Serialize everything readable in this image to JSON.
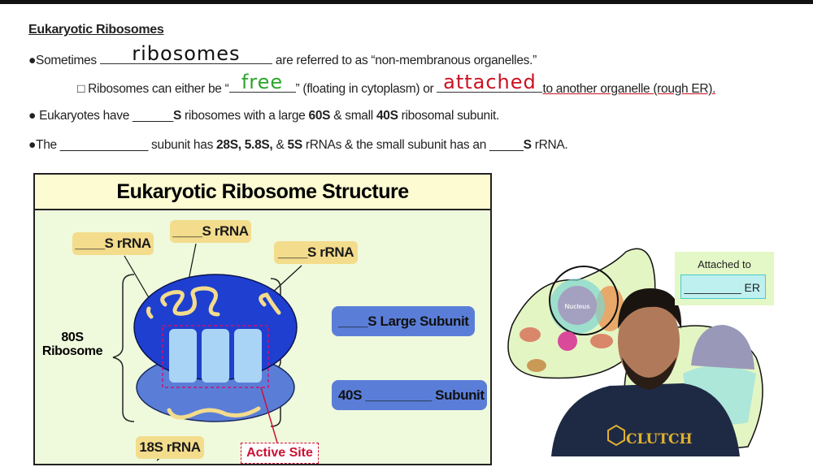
{
  "notes": {
    "title": "Eukaryotic Ribosomes",
    "line1": {
      "prefix": "●Sometimes",
      "answer": "ribosomes",
      "suffix": "are referred to as “non-membranous organelles.”"
    },
    "line2": {
      "prefix": "□ Ribosomes can either be “",
      "answer_free": "free",
      "middle": "” (floating in cytoplasm) or",
      "answer_attached": "attached",
      "suffix": "to another organelle (rough ER)."
    },
    "line3": {
      "prefix": "● Eukaryotes have ______",
      "s": "S",
      "mid1": "ribosomes with a large",
      "b1": "60S",
      "mid2": "& small",
      "b2": "40S",
      "suffix": "ribosomal subunit."
    },
    "line4": {
      "prefix": "●The _____________ subunit has",
      "b1": "28S, 5.8S,",
      "mid1": "&",
      "b2": "5S",
      "mid2": "rRNAs & the small subunit has an _____",
      "b3": "S",
      "suffix": "rRNA."
    }
  },
  "diagram": {
    "title": "Eukaryotic Ribosome Structure",
    "rrna_labels": [
      "____S rRNA",
      "____S rRNA",
      "____S rRNA"
    ],
    "ribosome_label": [
      "80S",
      "Ribosome"
    ],
    "large_subunit": "____S Large Subunit",
    "small_subunit": "40S _________ Subunit",
    "small_rrna": "18S rRNA",
    "active_site": "Active Site",
    "colors": {
      "large": "#1f3fd0",
      "small": "#5a7ed8",
      "rrna": "#f3dc8c",
      "active_site": "#cc1133"
    }
  },
  "cell": {
    "nucleus_label": "Nucleus",
    "attached_label": "Attached to",
    "attached_blank": "_________ ER"
  },
  "presenter": {
    "shirt_logo": "CLUTCH"
  },
  "ink_colors": {
    "black": "#111111",
    "green": "#2aa52a",
    "red": "#cc1122"
  }
}
